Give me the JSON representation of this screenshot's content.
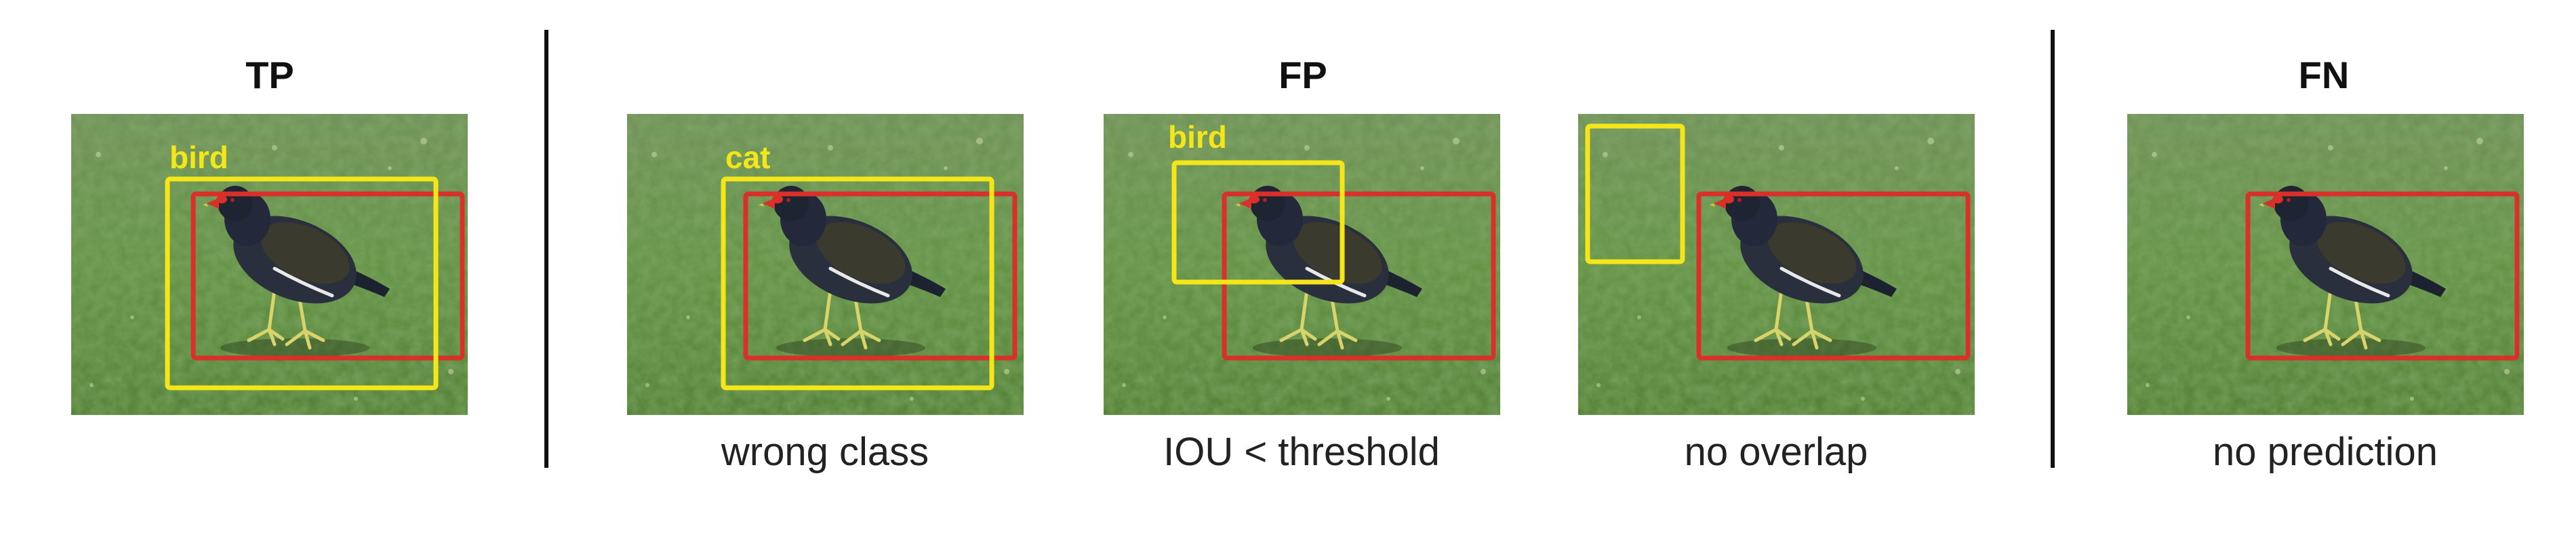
{
  "sections": {
    "tp": {
      "heading": "TP"
    },
    "fp": {
      "heading": "FP"
    },
    "fn": {
      "heading": "FN"
    }
  },
  "panels": [
    {
      "id": "tp",
      "predicted_label": "bird",
      "caption": ""
    },
    {
      "id": "fp-wrong-class",
      "predicted_label": "cat",
      "caption": "wrong class"
    },
    {
      "id": "fp-iou",
      "predicted_label": "bird",
      "caption": "IOU < threshold"
    },
    {
      "id": "fp-no-overlap",
      "predicted_label": "",
      "caption": "no overlap"
    },
    {
      "id": "fn",
      "predicted_label": "",
      "caption": "no prediction"
    }
  ],
  "colors": {
    "prediction_box": "#f5e61a",
    "ground_truth_box": "#d9302a",
    "grass": "#5a8a3a",
    "bird_body": "#2a2f3d",
    "beak": "#d9302a",
    "legs": "#d8d36a"
  }
}
